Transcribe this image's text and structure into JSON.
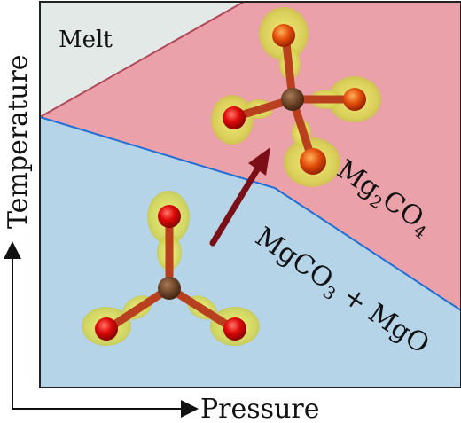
{
  "regions": {
    "melt": "Melt",
    "mg2co4_prefix": "Mg",
    "mg2co4_sub": "2",
    "mg2co4_suffix": "CO",
    "mg2co4_sub2": "4",
    "low_prefix": "MgCO",
    "low_sub": "3",
    "low_suffix": " + MgO"
  },
  "axes": {
    "x_label": "Pressure",
    "y_label": "Temperature"
  },
  "colors": {
    "melt_fill": "#e3e9e6",
    "mg2co4_fill": "#eba1aa",
    "low_fill": "#b6d4e8",
    "melt_line": "#b04a5a",
    "phase_line": "#1f6fd6",
    "arrow": "#7a0f17",
    "carbon": "#6b4226",
    "oxygen": "#e00a0a",
    "density_cloud": "#d8d84a"
  }
}
